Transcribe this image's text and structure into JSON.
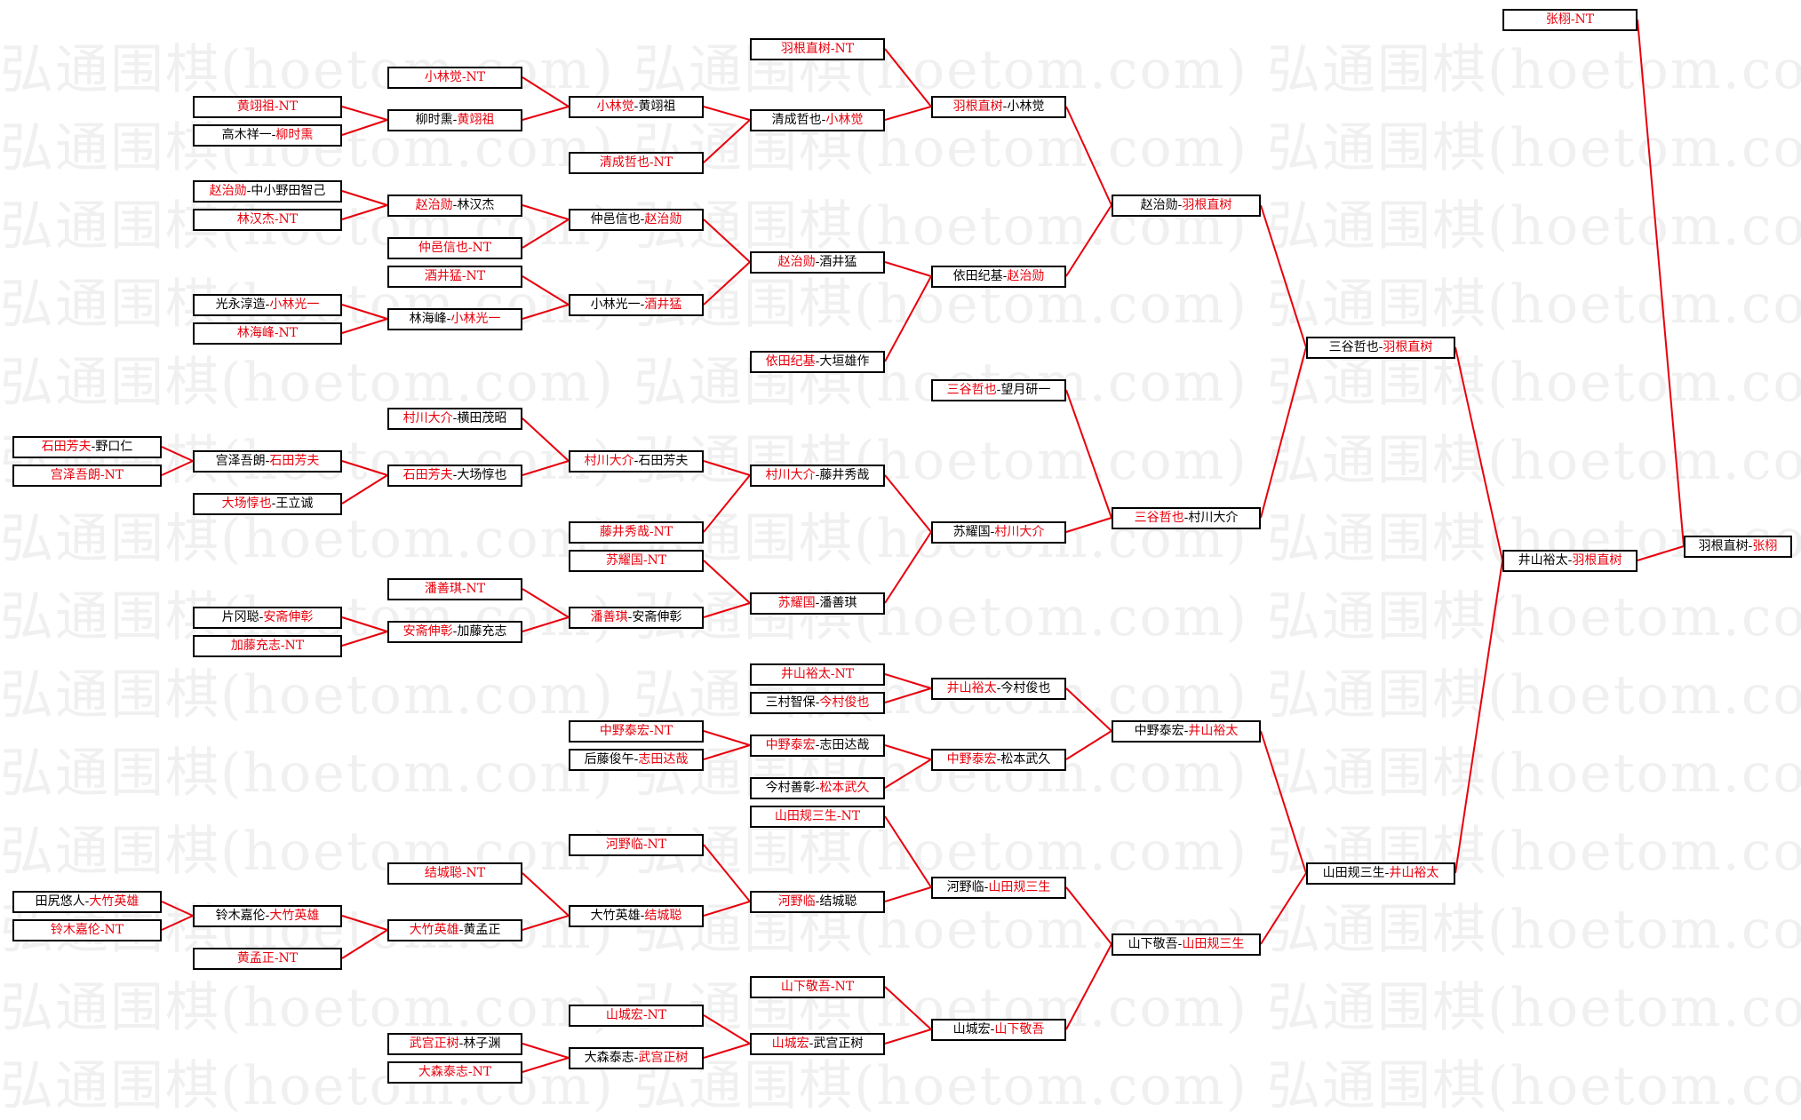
{
  "watermark": "弘通围棋(hoetom.com)",
  "colors": {
    "winner": "#e8000c",
    "loser": "#000000",
    "line": "#e8000c",
    "border": "#000000"
  },
  "matches": [
    {
      "id": "r1a1",
      "parts": [
        {
          "t": "黄翊祖",
          "w": true
        },
        {
          "t": "-NT",
          "w": true
        }
      ]
    },
    {
      "id": "r1a2",
      "parts": [
        {
          "t": "高木祥一-",
          "w": false
        },
        {
          "t": "柳时熏",
          "w": true
        }
      ]
    },
    {
      "id": "r1a3",
      "parts": [
        {
          "t": "赵治勋",
          "w": true
        },
        {
          "t": "-中小野田智己",
          "w": false
        }
      ]
    },
    {
      "id": "r1a4",
      "parts": [
        {
          "t": "林汉杰",
          "w": true
        },
        {
          "t": "-NT",
          "w": true
        }
      ]
    },
    {
      "id": "r1a5",
      "parts": [
        {
          "t": "光永淳造-",
          "w": false
        },
        {
          "t": "小林光一",
          "w": true
        }
      ]
    },
    {
      "id": "r1a6",
      "parts": [
        {
          "t": "林海峰",
          "w": true
        },
        {
          "t": "-NT",
          "w": true
        }
      ]
    },
    {
      "id": "r1a7",
      "parts": [
        {
          "t": "片冈聪-",
          "w": false
        },
        {
          "t": "安斋伸彰",
          "w": true
        }
      ]
    },
    {
      "id": "r1a8",
      "parts": [
        {
          "t": "加藤充志",
          "w": true
        },
        {
          "t": "-NT",
          "w": true
        }
      ]
    },
    {
      "id": "r1a9",
      "parts": [
        {
          "t": "铃木嘉伦-",
          "w": false
        },
        {
          "t": "大竹英雄",
          "w": true
        }
      ]
    },
    {
      "id": "r1a10",
      "parts": [
        {
          "t": "黄孟正",
          "w": true
        },
        {
          "t": "-NT",
          "w": true
        }
      ]
    },
    {
      "id": "r1a11",
      "parts": [
        {
          "t": "宫泽吾朗-",
          "w": false
        },
        {
          "t": "石田芳夫",
          "w": true
        }
      ]
    },
    {
      "id": "r1a12",
      "parts": [
        {
          "t": "大场惇也",
          "w": true
        },
        {
          "t": "-王立诚",
          "w": false
        }
      ]
    },
    {
      "id": "r0a1",
      "parts": [
        {
          "t": "石田芳夫",
          "w": true
        },
        {
          "t": "-野口仁",
          "w": false
        }
      ]
    },
    {
      "id": "r0a2",
      "parts": [
        {
          "t": "宫泽吾朗",
          "w": true
        },
        {
          "t": "-NT",
          "w": true
        }
      ]
    },
    {
      "id": "r0a3",
      "parts": [
        {
          "t": "田尻悠人-",
          "w": false
        },
        {
          "t": "大竹英雄",
          "w": true
        }
      ]
    },
    {
      "id": "r0a4",
      "parts": [
        {
          "t": "铃木嘉伦",
          "w": true
        },
        {
          "t": "-NT",
          "w": true
        }
      ]
    },
    {
      "id": "r2a1",
      "parts": [
        {
          "t": "小林觉",
          "w": true
        },
        {
          "t": "-NT",
          "w": true
        }
      ]
    },
    {
      "id": "r2a2",
      "parts": [
        {
          "t": "柳时熏-",
          "w": false
        },
        {
          "t": "黄翊祖",
          "w": true
        }
      ]
    },
    {
      "id": "r2a3",
      "parts": [
        {
          "t": "赵治勋",
          "w": true
        },
        {
          "t": "-林汉杰",
          "w": false
        }
      ]
    },
    {
      "id": "r2a4",
      "parts": [
        {
          "t": "仲邑信也",
          "w": true
        },
        {
          "t": "-NT",
          "w": true
        }
      ]
    },
    {
      "id": "r2a5",
      "parts": [
        {
          "t": "酒井猛",
          "w": true
        },
        {
          "t": "-NT",
          "w": true
        }
      ]
    },
    {
      "id": "r2a6",
      "parts": [
        {
          "t": "林海峰-",
          "w": false
        },
        {
          "t": "小林光一",
          "w": true
        }
      ]
    },
    {
      "id": "r2a7",
      "parts": [
        {
          "t": "村川大介",
          "w": true
        },
        {
          "t": "-横田茂昭",
          "w": false
        }
      ]
    },
    {
      "id": "r2a8",
      "parts": [
        {
          "t": "石田芳夫",
          "w": true
        },
        {
          "t": "-大场惇也",
          "w": false
        }
      ]
    },
    {
      "id": "r2a9",
      "parts": [
        {
          "t": "潘善琪",
          "w": true
        },
        {
          "t": "-NT",
          "w": true
        }
      ]
    },
    {
      "id": "r2a10",
      "parts": [
        {
          "t": "安斋伸彰",
          "w": true
        },
        {
          "t": "-加藤充志",
          "w": false
        }
      ]
    },
    {
      "id": "r2a11",
      "parts": [
        {
          "t": "结城聪",
          "w": true
        },
        {
          "t": "-NT",
          "w": true
        }
      ]
    },
    {
      "id": "r2a12",
      "parts": [
        {
          "t": "大竹英雄",
          "w": true
        },
        {
          "t": "-黄孟正",
          "w": false
        }
      ]
    },
    {
      "id": "r2a13",
      "parts": [
        {
          "t": "武宫正树",
          "w": true
        },
        {
          "t": "-林子渊",
          "w": false
        }
      ]
    },
    {
      "id": "r2a14",
      "parts": [
        {
          "t": "大森泰志",
          "w": true
        },
        {
          "t": "-NT",
          "w": true
        }
      ]
    },
    {
      "id": "r3a1",
      "parts": [
        {
          "t": "小林觉",
          "w": true
        },
        {
          "t": "-黄翊祖",
          "w": false
        }
      ]
    },
    {
      "id": "r3a2",
      "parts": [
        {
          "t": "清成哲也",
          "w": true
        },
        {
          "t": "-NT",
          "w": true
        }
      ]
    },
    {
      "id": "r3a3",
      "parts": [
        {
          "t": "仲邑信也-",
          "w": false
        },
        {
          "t": "赵治勋",
          "w": true
        }
      ]
    },
    {
      "id": "r3a4",
      "parts": [
        {
          "t": "小林光一-",
          "w": false
        },
        {
          "t": "酒井猛",
          "w": true
        }
      ]
    },
    {
      "id": "r3a5",
      "parts": [
        {
          "t": "村川大介",
          "w": true
        },
        {
          "t": "-石田芳夫",
          "w": false
        }
      ]
    },
    {
      "id": "r3a6",
      "parts": [
        {
          "t": "藤井秀哉",
          "w": true
        },
        {
          "t": "-NT",
          "w": true
        }
      ]
    },
    {
      "id": "r3a7",
      "parts": [
        {
          "t": "苏耀国",
          "w": true
        },
        {
          "t": "-NT",
          "w": true
        }
      ]
    },
    {
      "id": "r3a8",
      "parts": [
        {
          "t": "潘善琪",
          "w": true
        },
        {
          "t": "-安斋伸彰",
          "w": false
        }
      ]
    },
    {
      "id": "r3a9",
      "parts": [
        {
          "t": "中野泰宏",
          "w": true
        },
        {
          "t": "-NT",
          "w": true
        }
      ]
    },
    {
      "id": "r3a10",
      "parts": [
        {
          "t": "后藤俊午-",
          "w": false
        },
        {
          "t": "志田达哉",
          "w": true
        }
      ]
    },
    {
      "id": "r3a11",
      "parts": [
        {
          "t": "河野临",
          "w": true
        },
        {
          "t": "-NT",
          "w": true
        }
      ]
    },
    {
      "id": "r3a12",
      "parts": [
        {
          "t": "大竹英雄-",
          "w": false
        },
        {
          "t": "结城聪",
          "w": true
        }
      ]
    },
    {
      "id": "r3a13",
      "parts": [
        {
          "t": "山城宏",
          "w": true
        },
        {
          "t": "-NT",
          "w": true
        }
      ]
    },
    {
      "id": "r3a14",
      "parts": [
        {
          "t": "大森泰志-",
          "w": false
        },
        {
          "t": "武宫正树",
          "w": true
        }
      ]
    },
    {
      "id": "r4a1",
      "parts": [
        {
          "t": "羽根直树",
          "w": true
        },
        {
          "t": "-NT",
          "w": true
        }
      ]
    },
    {
      "id": "r4a2",
      "parts": [
        {
          "t": "清成哲也-",
          "w": false
        },
        {
          "t": "小林觉",
          "w": true
        }
      ]
    },
    {
      "id": "r4a3",
      "parts": [
        {
          "t": "赵治勋",
          "w": true
        },
        {
          "t": "-酒井猛",
          "w": false
        }
      ]
    },
    {
      "id": "r4a4",
      "parts": [
        {
          "t": "依田纪基",
          "w": true
        },
        {
          "t": "-大垣雄作",
          "w": false
        }
      ]
    },
    {
      "id": "r4a5",
      "parts": [
        {
          "t": "村川大介",
          "w": true
        },
        {
          "t": "-藤井秀哉",
          "w": false
        }
      ]
    },
    {
      "id": "r4a6",
      "parts": [
        {
          "t": "苏耀国",
          "w": true
        },
        {
          "t": "-潘善琪",
          "w": false
        }
      ]
    },
    {
      "id": "r4a7",
      "parts": [
        {
          "t": "井山裕太",
          "w": true
        },
        {
          "t": "-NT",
          "w": true
        }
      ]
    },
    {
      "id": "r4a8",
      "parts": [
        {
          "t": "三村智保-",
          "w": false
        },
        {
          "t": "今村俊也",
          "w": true
        }
      ]
    },
    {
      "id": "r4a9",
      "parts": [
        {
          "t": "中野泰宏",
          "w": true
        },
        {
          "t": "-志田达哉",
          "w": false
        }
      ]
    },
    {
      "id": "r4a10",
      "parts": [
        {
          "t": "今村善彰-",
          "w": false
        },
        {
          "t": "松本武久",
          "w": true
        }
      ]
    },
    {
      "id": "r4a11",
      "parts": [
        {
          "t": "山田规三生",
          "w": true
        },
        {
          "t": "-NT",
          "w": true
        }
      ]
    },
    {
      "id": "r4a12",
      "parts": [
        {
          "t": "河野临",
          "w": true
        },
        {
          "t": "-结城聪",
          "w": false
        }
      ]
    },
    {
      "id": "r4a13",
      "parts": [
        {
          "t": "山下敬吾",
          "w": true
        },
        {
          "t": "-NT",
          "w": true
        }
      ]
    },
    {
      "id": "r4a14",
      "parts": [
        {
          "t": "山城宏",
          "w": true
        },
        {
          "t": "-武宫正树",
          "w": false
        }
      ]
    },
    {
      "id": "r5a1",
      "parts": [
        {
          "t": "羽根直树",
          "w": true
        },
        {
          "t": "-小林觉",
          "w": false
        }
      ]
    },
    {
      "id": "r5a2",
      "parts": [
        {
          "t": "依田纪基-",
          "w": false
        },
        {
          "t": "赵治勋",
          "w": true
        }
      ]
    },
    {
      "id": "r5a3",
      "parts": [
        {
          "t": "三谷哲也",
          "w": true
        },
        {
          "t": "-望月研一",
          "w": false
        }
      ]
    },
    {
      "id": "r5a4",
      "parts": [
        {
          "t": "苏耀国-",
          "w": false
        },
        {
          "t": "村川大介",
          "w": true
        }
      ]
    },
    {
      "id": "r5a5",
      "parts": [
        {
          "t": "井山裕太",
          "w": true
        },
        {
          "t": "-今村俊也",
          "w": false
        }
      ]
    },
    {
      "id": "r5a6",
      "parts": [
        {
          "t": "中野泰宏",
          "w": true
        },
        {
          "t": "-松本武久",
          "w": false
        }
      ]
    },
    {
      "id": "r5a7",
      "parts": [
        {
          "t": "河野临-",
          "w": false
        },
        {
          "t": "山田规三生",
          "w": true
        }
      ]
    },
    {
      "id": "r5a8",
      "parts": [
        {
          "t": "山城宏-",
          "w": false
        },
        {
          "t": "山下敬吾",
          "w": true
        }
      ]
    },
    {
      "id": "r6a1",
      "parts": [
        {
          "t": "赵治勋-",
          "w": false
        },
        {
          "t": "羽根直树",
          "w": true
        }
      ]
    },
    {
      "id": "r6a2",
      "parts": [
        {
          "t": "三谷哲也",
          "w": true
        },
        {
          "t": "-村川大介",
          "w": false
        }
      ]
    },
    {
      "id": "r6a3",
      "parts": [
        {
          "t": "中野泰宏-",
          "w": false
        },
        {
          "t": "井山裕太",
          "w": true
        }
      ]
    },
    {
      "id": "r6a4",
      "parts": [
        {
          "t": "山下敬吾-",
          "w": false
        },
        {
          "t": "山田规三生",
          "w": true
        }
      ]
    },
    {
      "id": "r7a1",
      "parts": [
        {
          "t": "三谷哲也-",
          "w": false
        },
        {
          "t": "羽根直树",
          "w": true
        }
      ]
    },
    {
      "id": "r7a2",
      "parts": [
        {
          "t": "山田规三生-",
          "w": false
        },
        {
          "t": "井山裕太",
          "w": true
        }
      ]
    },
    {
      "id": "r8a1",
      "parts": [
        {
          "t": "井山裕太-",
          "w": false
        },
        {
          "t": "羽根直树",
          "w": true
        }
      ]
    },
    {
      "id": "r8a2",
      "parts": [
        {
          "t": "张栩",
          "w": true
        },
        {
          "t": "-NT",
          "w": true
        }
      ]
    },
    {
      "id": "r9a1",
      "parts": [
        {
          "t": "羽根直树-",
          "w": false
        },
        {
          "t": "张栩",
          "w": true
        }
      ]
    }
  ]
}
